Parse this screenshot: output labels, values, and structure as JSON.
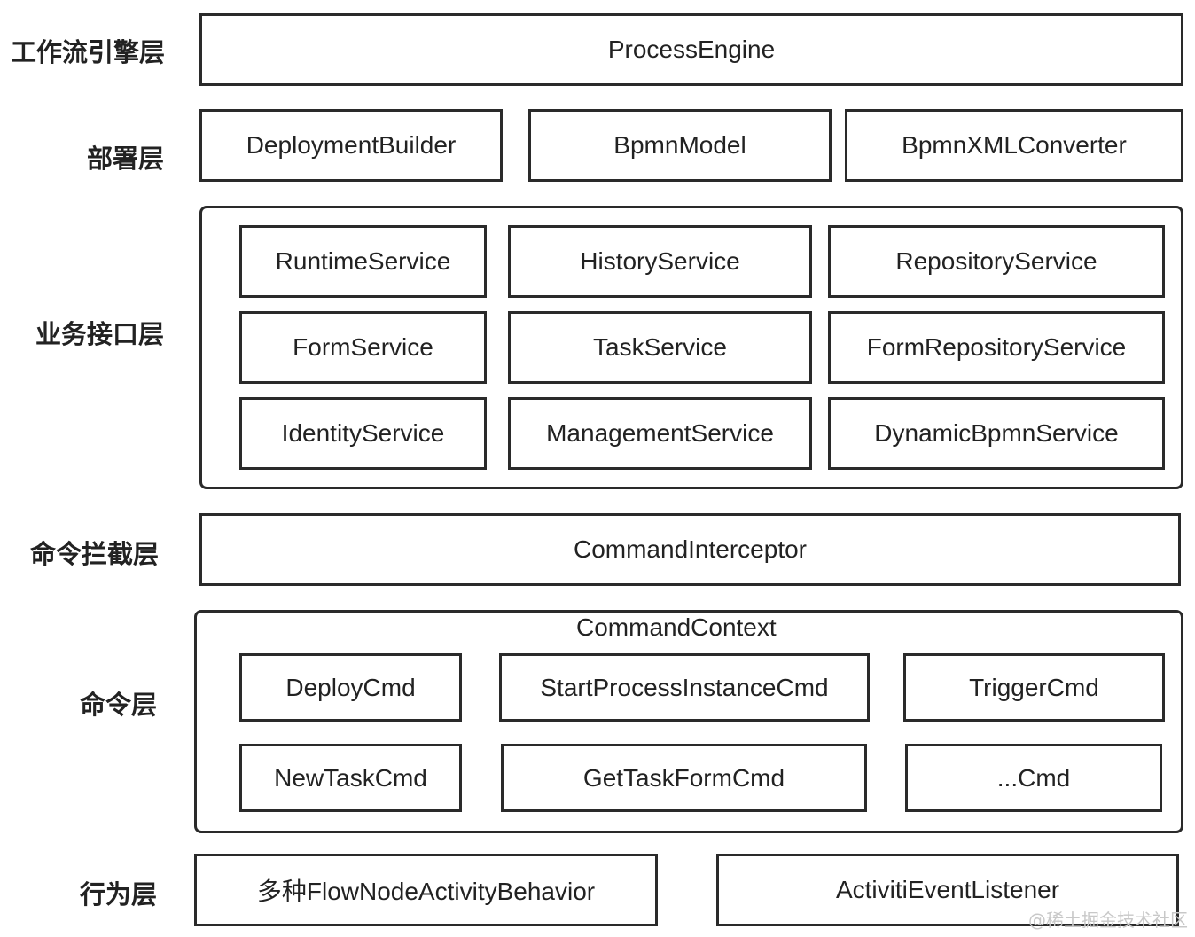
{
  "layers": {
    "engine": "工作流引擎层",
    "deploy": "部署层",
    "service": "业务接口层",
    "interceptor": "命令拦截层",
    "command": "命令层",
    "behavior": "行为层"
  },
  "engine": {
    "process_engine": "ProcessEngine"
  },
  "deploy": {
    "items": [
      "DeploymentBuilder",
      "BpmnModel",
      "BpmnXMLConverter"
    ]
  },
  "service": {
    "items": [
      "RuntimeService",
      "HistoryService",
      "RepositoryService",
      "FormService",
      "TaskService",
      "FormRepositoryService",
      "IdentityService",
      "ManagementService",
      "DynamicBpmnService"
    ]
  },
  "interceptor": {
    "command_interceptor": "CommandInterceptor"
  },
  "command": {
    "context_title": "CommandContext",
    "items": [
      "DeployCmd",
      "StartProcessInstanceCmd",
      "TriggerCmd",
      "NewTaskCmd",
      "GetTaskFormCmd",
      "...Cmd"
    ]
  },
  "behavior": {
    "items": [
      "多种FlowNodeActivityBehavior",
      "ActivitiEventListener"
    ]
  },
  "watermark": "@稀土掘金技术社区"
}
